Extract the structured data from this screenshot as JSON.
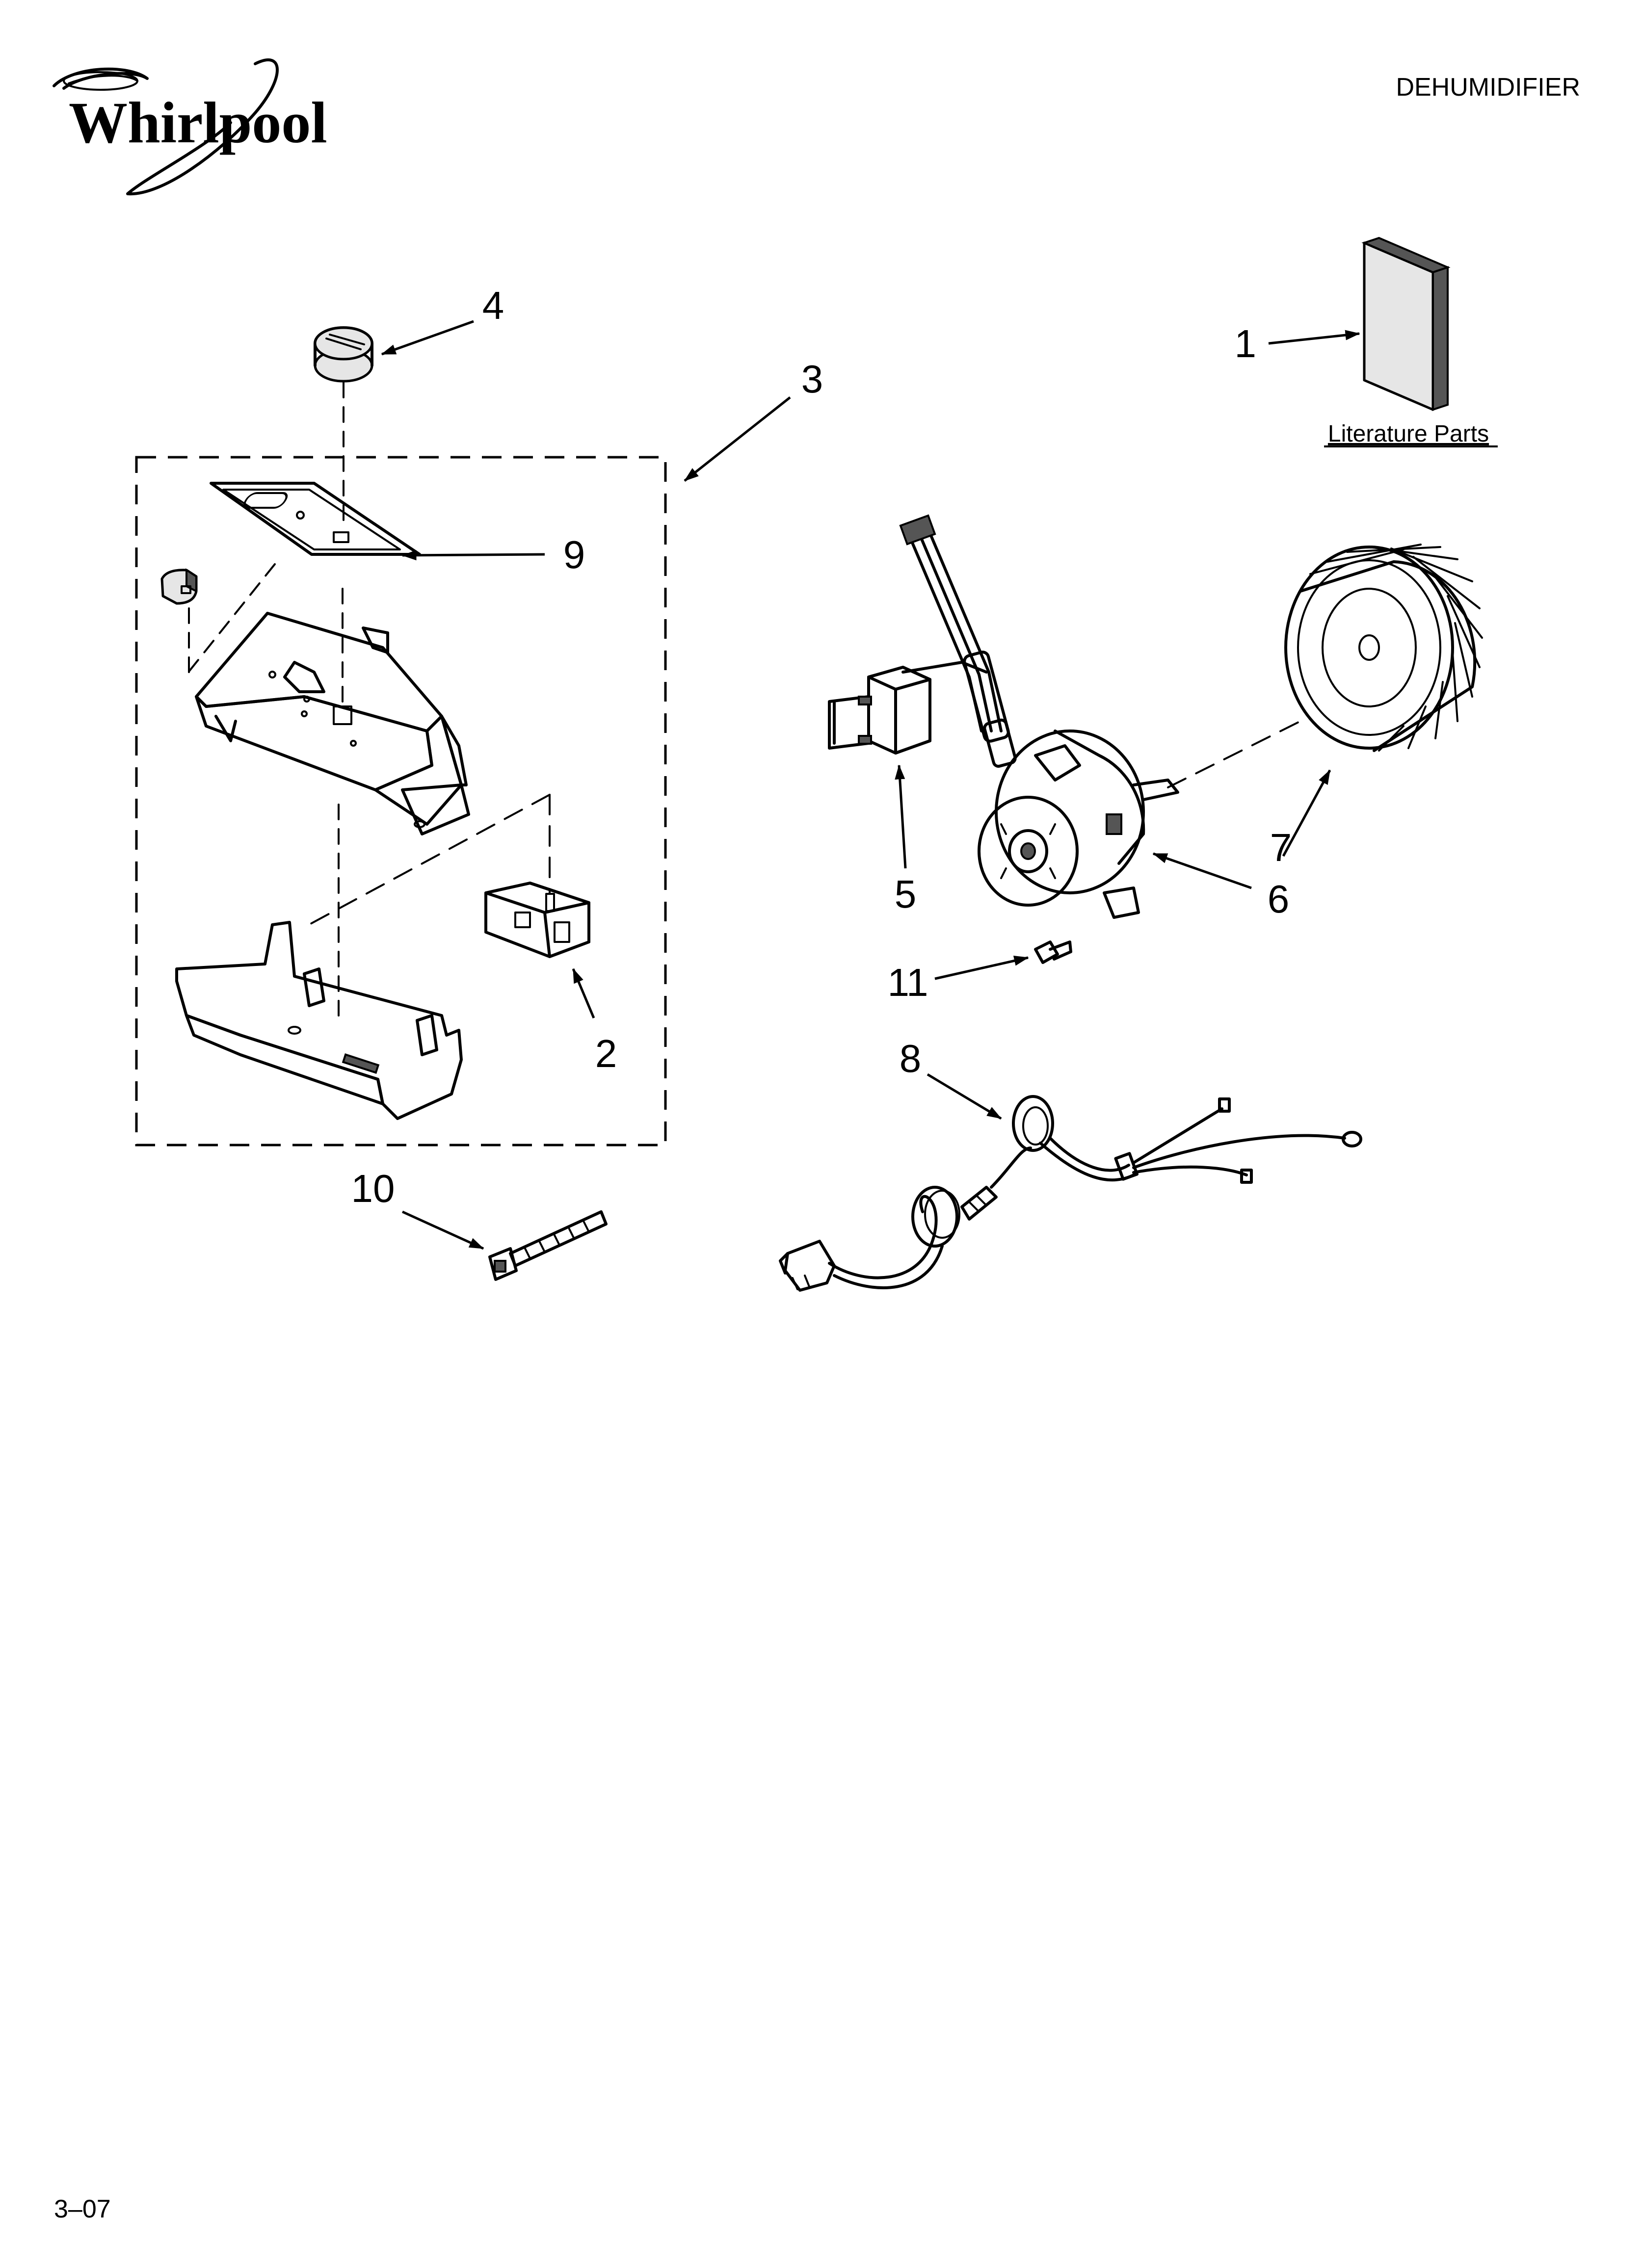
{
  "header": {
    "brand": "Whirlpool",
    "product": "DEHUMIDIFIER"
  },
  "sections": {
    "literature_label": "Literature Parts"
  },
  "callouts": [
    "1",
    "2",
    "3",
    "4",
    "5",
    "6",
    "7",
    "8",
    "9",
    "10",
    "11"
  ],
  "footer": {
    "code": "3–07"
  }
}
